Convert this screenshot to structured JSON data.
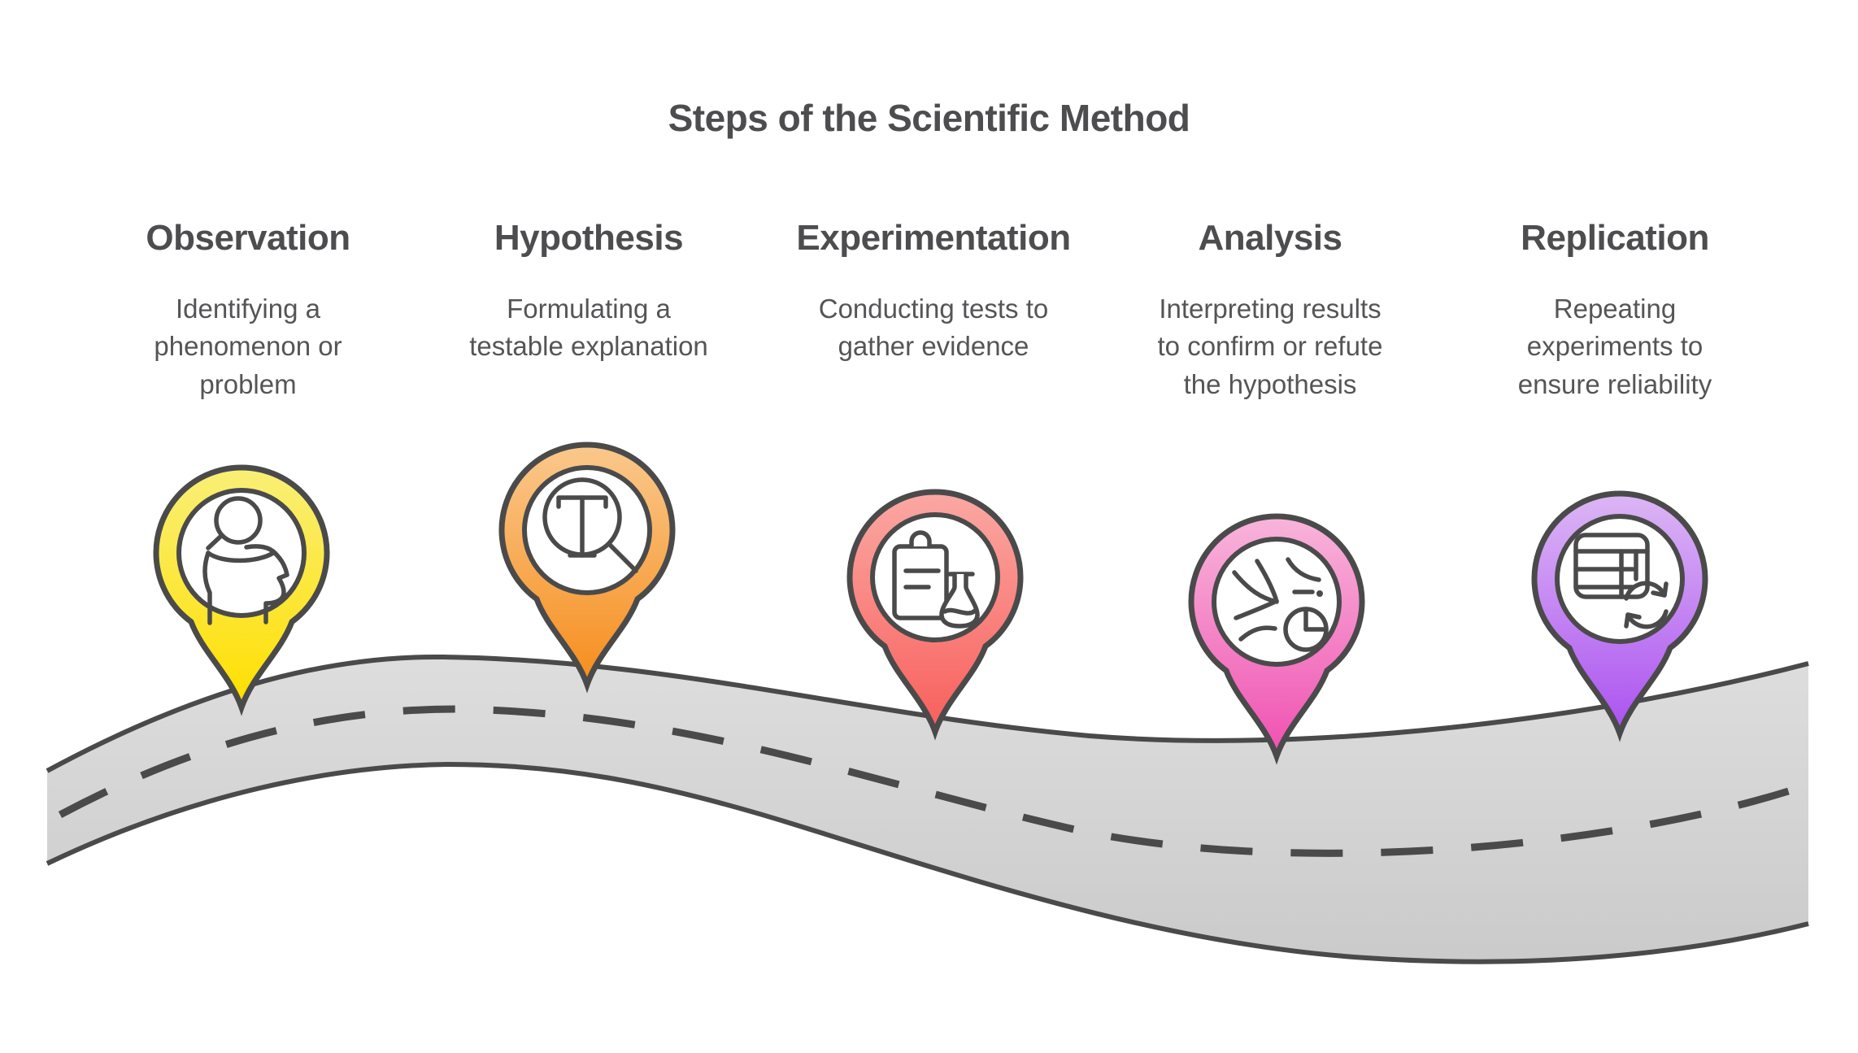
{
  "title": "Steps of the Scientific Method",
  "colors": {
    "outline": "#4a4a4b",
    "text_heading": "#4d4d4f",
    "text_body": "#555557",
    "road_top": "#dedede",
    "road_bottom": "#cacaca"
  },
  "steps": [
    {
      "id": "observation",
      "title": "Observation",
      "desc_lines": [
        "Identifying a",
        "phenomenon or",
        "problem"
      ],
      "icon": "head-magnifier-icon",
      "color_top": "#f9ef78",
      "color_bottom": "#ffdf00"
    },
    {
      "id": "hypothesis",
      "title": "Hypothesis",
      "desc_lines": [
        "Formulating a",
        "testable explanation"
      ],
      "icon": "text-magnifier-icon",
      "color_top": "#fac88c",
      "color_bottom": "#f68e1e"
    },
    {
      "id": "experimentation",
      "title": "Experimentation",
      "desc_lines": [
        "Conducting tests to",
        "gather evidence"
      ],
      "icon": "clipboard-flask-icon",
      "color_top": "#fba8a3",
      "color_bottom": "#f8605c"
    },
    {
      "id": "analysis",
      "title": "Analysis",
      "desc_lines": [
        "Interpreting results",
        "to confirm or refute",
        "the hypothesis"
      ],
      "icon": "wind-pie-icon",
      "color_top": "#f8b5db",
      "color_bottom": "#f052b2"
    },
    {
      "id": "replication",
      "title": "Replication",
      "desc_lines": [
        "Repeating",
        "experiments to",
        "ensure reliability"
      ],
      "icon": "table-refresh-icon",
      "color_top": "#dcb6f5",
      "color_bottom": "#ac53f0"
    }
  ]
}
